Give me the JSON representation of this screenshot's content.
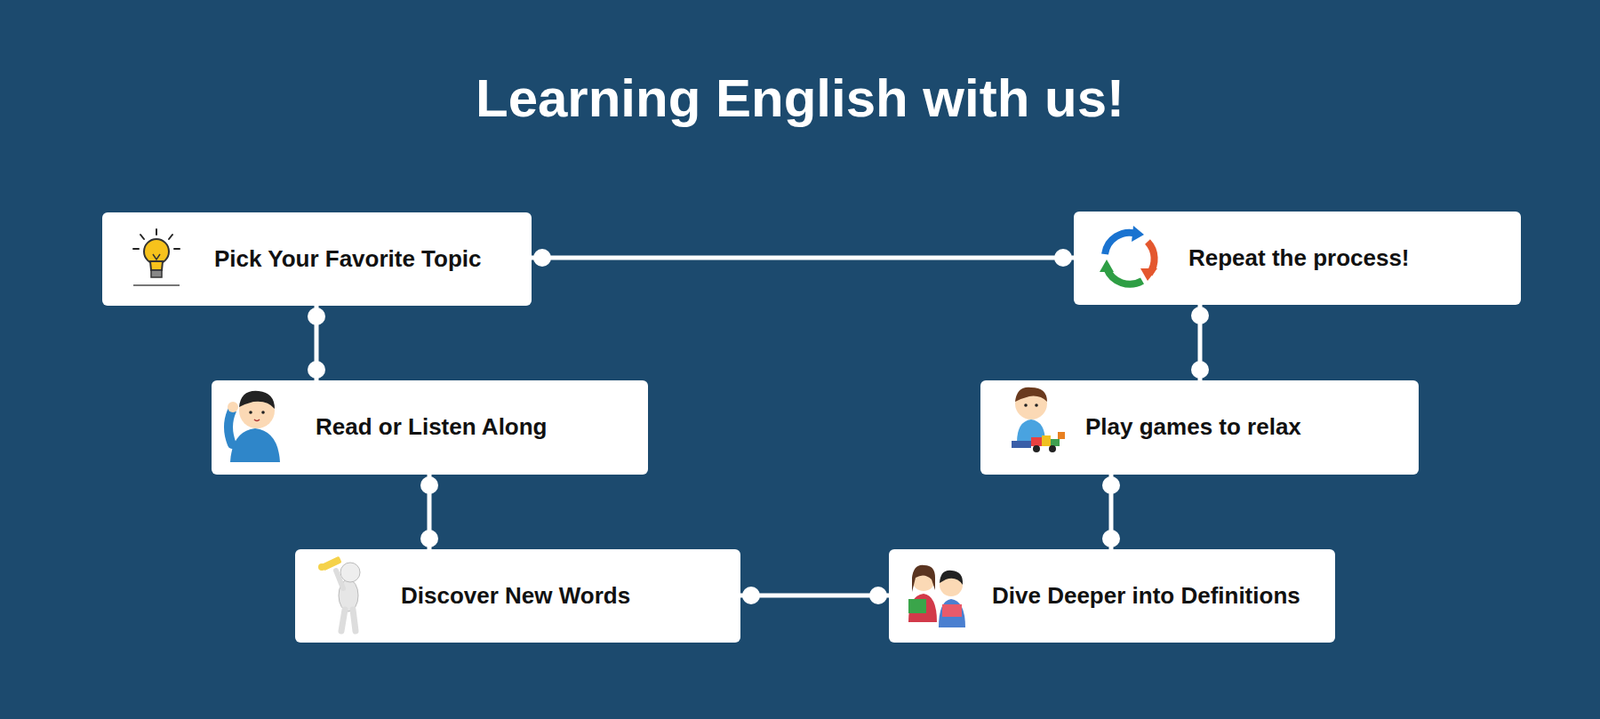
{
  "diagram": {
    "title": "Learning English with us!",
    "nodes": [
      {
        "text": [
          "Pick Your Favorite Topic"
        ]
      },
      {
        "text": [
          "Read or Listen Along"
        ]
      },
      {
        "text": [
          "Discover New Words"
        ]
      },
      {
        "text": [
          "Dive Deeper into Definitions"
        ]
      },
      {
        "text": [
          "Play games to relax"
        ]
      },
      {
        "text": [
          "Repeat the process!"
        ]
      }
    ],
    "edges": [
      {
        "from": 0,
        "to": 1,
        "arrow": "none"
      },
      {
        "from": 1,
        "to": 2,
        "arrow": "none"
      },
      {
        "from": 2,
        "to": 3,
        "arrow": "none"
      },
      {
        "from": 3,
        "to": 4,
        "arrow": "none"
      },
      {
        "from": 4,
        "to": 5,
        "arrow": "none"
      },
      {
        "from": 5,
        "to": 0,
        "arrow": "none"
      }
    ]
  }
}
